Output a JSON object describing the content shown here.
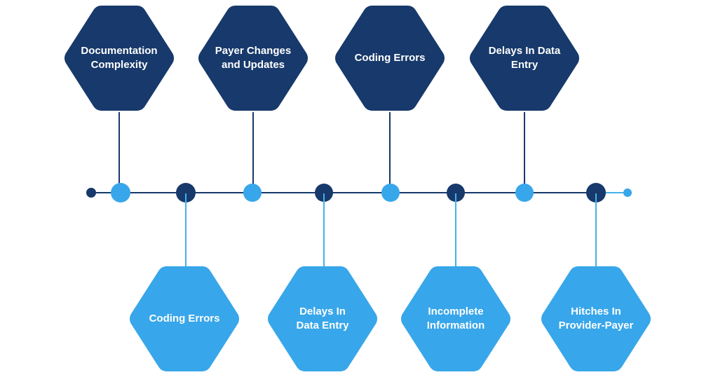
{
  "colors": {
    "navy": "#17396B",
    "blue": "#38A6EA",
    "background": "#FFFFFF"
  },
  "hexagons": {
    "top": [
      {
        "label": "Documentation\nComplexity"
      },
      {
        "label": "Payer Changes\nand Updates"
      },
      {
        "label": "Coding Errors"
      },
      {
        "label": "Delays In Data\nEntry"
      }
    ],
    "bottom": [
      {
        "label": "Coding Errors"
      },
      {
        "label": "Delays In\nData Entry"
      },
      {
        "label": "Incomplete\nInformation"
      },
      {
        "label": "Hitches In\nProvider-Payer"
      }
    ]
  }
}
